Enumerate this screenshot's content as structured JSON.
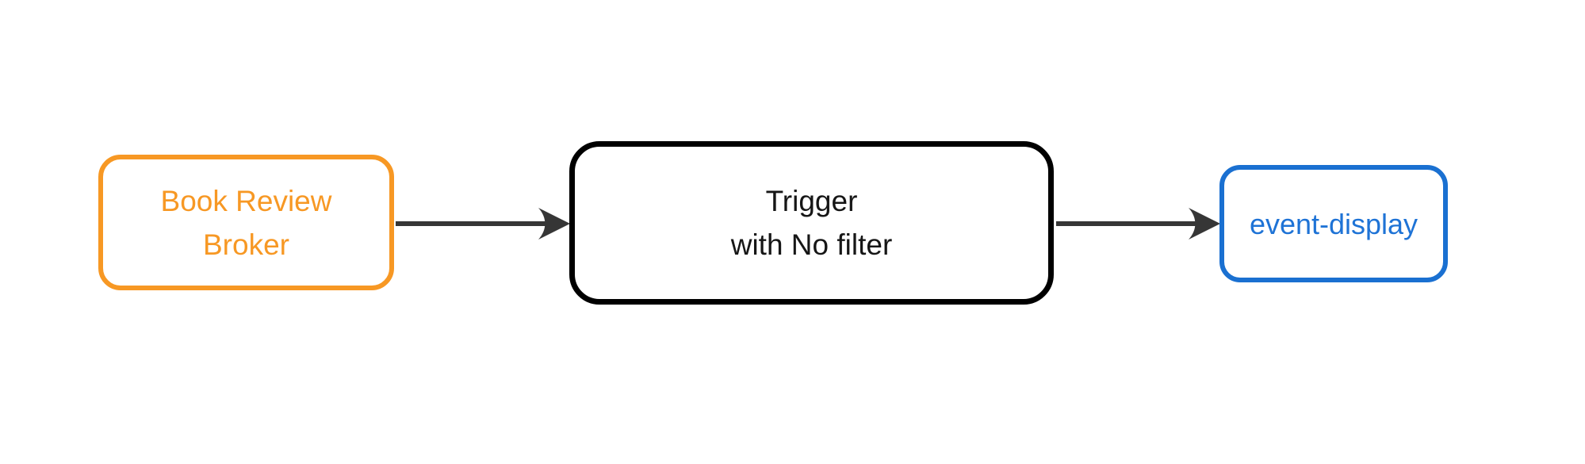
{
  "diagram": {
    "type": "flowchart",
    "direction": "left-to-right",
    "background_color": "#ffffff",
    "edge_color": "#363636",
    "nodes": [
      {
        "id": "book-review-broker",
        "label": "Book Review Broker",
        "line1": "Book Review",
        "line2": "Broker",
        "border_color": "#f79824",
        "text_color": "#f79824"
      },
      {
        "id": "trigger-with-no-filter",
        "label": "Trigger with No filter",
        "line1": "Trigger",
        "line2": "with No filter",
        "border_color": "#000000",
        "text_color": "#161616"
      },
      {
        "id": "event-display",
        "label": "event-display",
        "line1": "event-display",
        "border_color": "#1a70d1",
        "text_color": "#1e73d6"
      }
    ],
    "edges": [
      {
        "from": "Book Review Broker",
        "to": "Trigger with No filter"
      },
      {
        "from": "Trigger with No filter",
        "to": "event-display"
      }
    ]
  }
}
